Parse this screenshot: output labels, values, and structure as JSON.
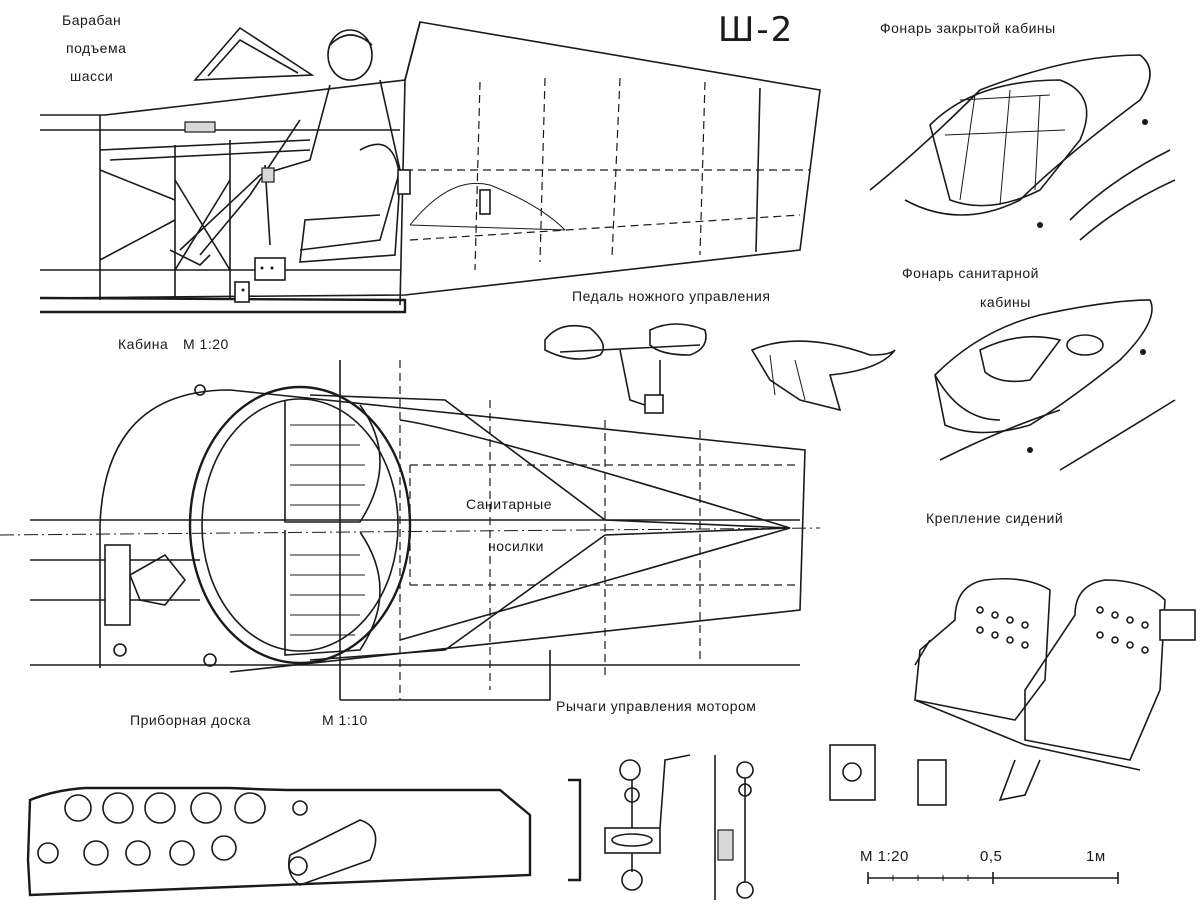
{
  "title": "Ш-2",
  "labels": {
    "drum": [
      "Барабан",
      "подъема",
      "шасси"
    ],
    "cabin": "Кабина",
    "cabin_scale": "М 1:20",
    "closed_canopy": "Фонарь закрытой кабины",
    "sanitary_canopy": [
      "Фонарь санитарной",
      "кабины"
    ],
    "pedal": "Педаль ножного управления",
    "stretchers": [
      "Санитарные",
      "носилки"
    ],
    "seat_mount": "Крепление сидений",
    "panel": "Приборная доска",
    "panel_scale": "М 1:10",
    "engine_levers": "Рычаги управления мотором"
  },
  "scale_bar": {
    "ratio": "М 1:20",
    "mid": "0,5",
    "end": "1м"
  }
}
